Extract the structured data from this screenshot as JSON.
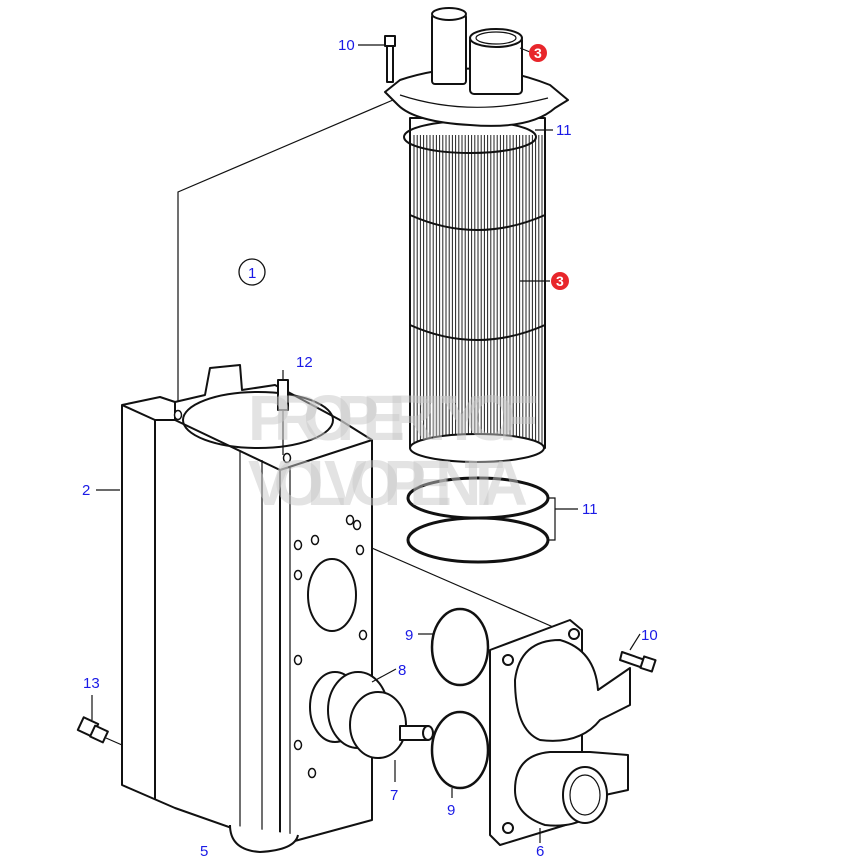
{
  "watermark": [
    "PROPERTY OF",
    "VOLVO PENTA"
  ],
  "colors": {
    "label": "#1a1ae6",
    "highlight": "#e8262b",
    "line": "#111111"
  },
  "labels": {
    "bolt_top": "10",
    "cap_highlight": "3",
    "oring_top": "11",
    "filter_highlight": "3",
    "assembly": "1",
    "nipple": "12",
    "housing": "2",
    "orings_bottom": "11",
    "seal_upper": "9",
    "bolt_right": "10",
    "thermostat_seal": "8",
    "plug": "13",
    "thermostat": "7",
    "seal_lower": "9",
    "bottom_part": "5",
    "thermostat_housing": "6"
  }
}
